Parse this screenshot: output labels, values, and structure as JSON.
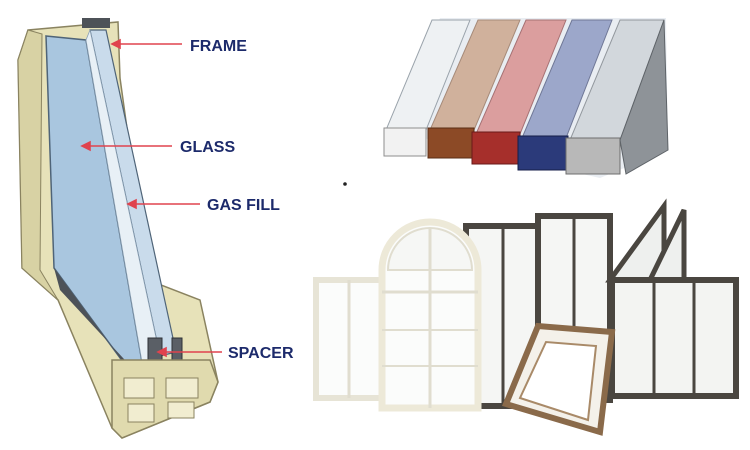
{
  "labels": {
    "frame": "FRAME",
    "glass": "GLASS",
    "gas_fill": "GAS FILL",
    "spacer": "SPACER"
  },
  "colors": {
    "frame": "#e7e2b9",
    "frame_dark": "#cfc89a",
    "glass": "#a9c6df",
    "spacer": "#5a5f66",
    "arrow": "#e0434e",
    "label": "#1c2a6b"
  },
  "icons": {
    "frame_sample_colors": [
      "#f2f2f2",
      "#8c4a26",
      "#a62f2b",
      "#2b3a7a",
      "#b8b8b8"
    ],
    "window_frame_colors": [
      "#efeee6",
      "#4a4640",
      "#8a6a4a"
    ]
  }
}
